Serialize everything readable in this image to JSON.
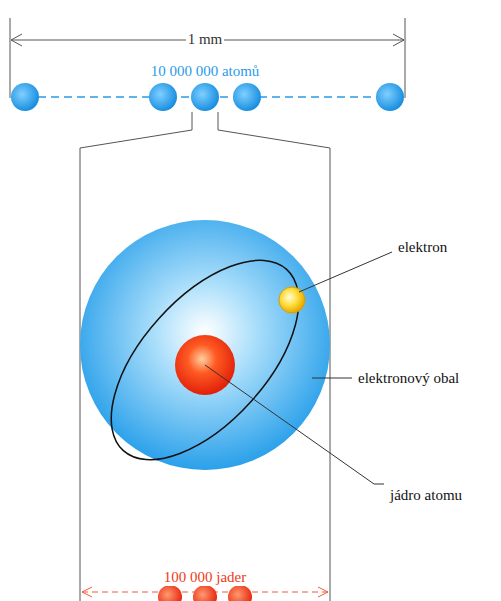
{
  "diagram": {
    "labels": [
      "1 mm",
      "10 000 000 atomů",
      "elektron",
      "elektronový obal",
      "jádro atomu",
      "100 000 jader"
    ]
  }
}
